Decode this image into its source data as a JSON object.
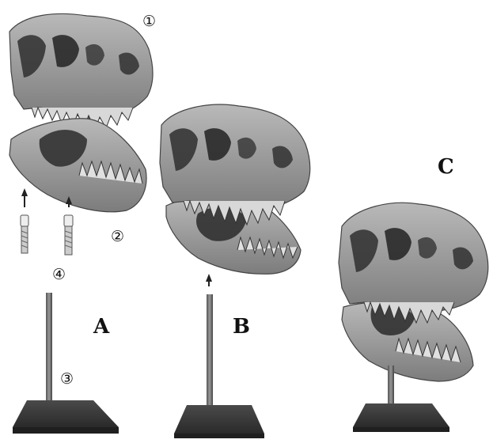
{
  "step_labels": {
    "upper_skull": "①",
    "screws": "②",
    "stand_rod": "③",
    "pin": "④"
  },
  "stage_labels": {
    "a": "A",
    "b": "B",
    "c": "C"
  }
}
